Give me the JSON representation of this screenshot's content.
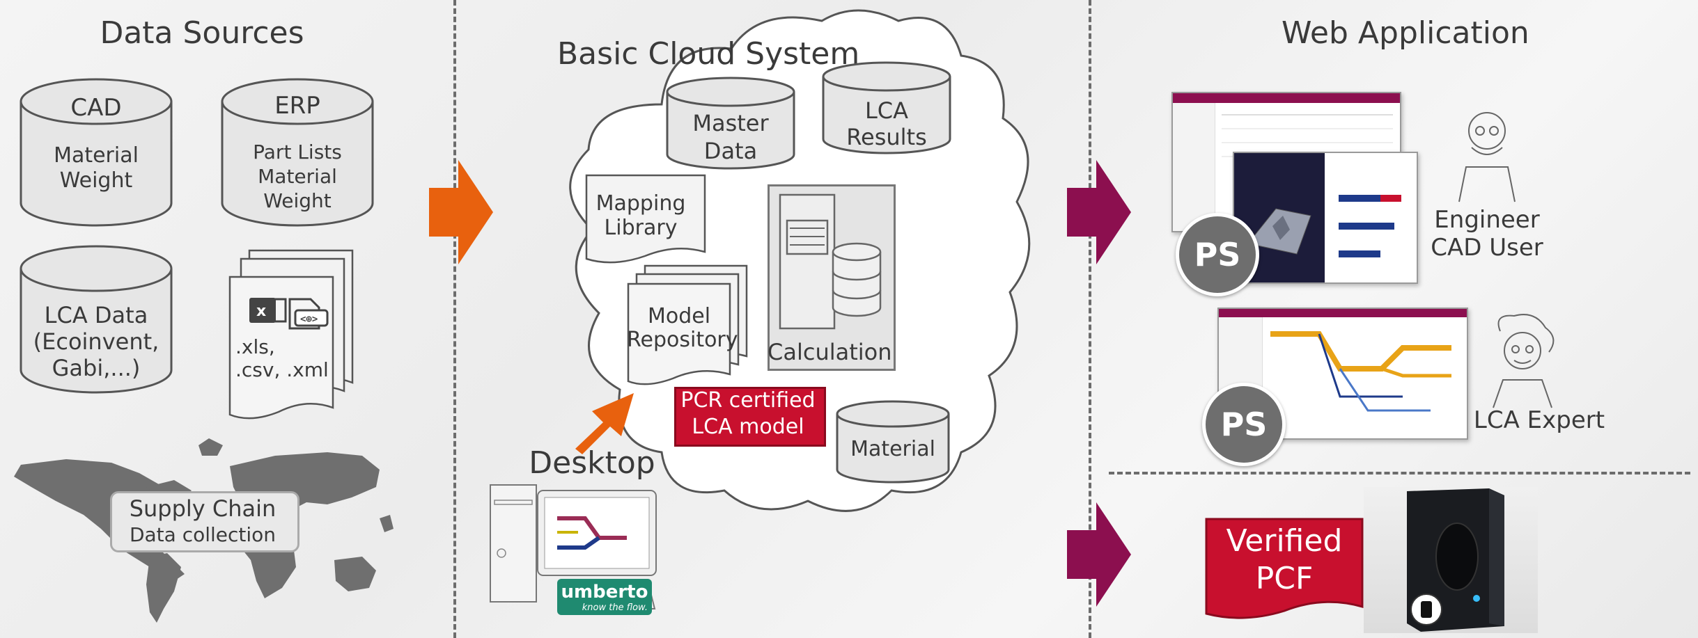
{
  "columns": {
    "data_sources": {
      "title": "Data Sources",
      "cad": {
        "label": "CAD",
        "content": [
          "Material",
          "Weight"
        ]
      },
      "erp": {
        "label": "ERP",
        "content": [
          "Part Lists",
          "Material",
          "Weight"
        ]
      },
      "lca_data": {
        "label": "LCA Data",
        "content": [
          "(Ecoinvent,",
          "Gabi,...)"
        ]
      },
      "files": {
        "lines": [
          ".xls,",
          ".csv, .xml"
        ]
      },
      "supply_chain": {
        "title": "Supply Chain",
        "subtitle": "Data collection"
      }
    },
    "cloud": {
      "title": "Basic Cloud System",
      "master_data": [
        "Master",
        "Data"
      ],
      "lca_results": [
        "LCA",
        "Results"
      ],
      "mapping_library": [
        "Mapping",
        "Library"
      ],
      "model_repository": [
        "Model",
        "Repository"
      ],
      "calculation": "Calculation",
      "pcr": [
        "PCR certified",
        "LCA model"
      ],
      "material": "Material",
      "desktop": "Desktop",
      "umberto": {
        "name": "umberto",
        "tagline": "know the flow."
      }
    },
    "web_app": {
      "title": "Web Application",
      "badge": "PS",
      "engineer": [
        "Engineer",
        "CAD User"
      ],
      "lca_expert": "LCA Expert",
      "verified_pcf": [
        "Verified",
        "PCF"
      ]
    }
  },
  "colors": {
    "orange_arrow": "#e8610e",
    "magenta_arrow": "#8c0f4f",
    "pcr_red": "#c8102e",
    "cylinder_fill": "#e6e6e6",
    "stroke": "#555555"
  }
}
